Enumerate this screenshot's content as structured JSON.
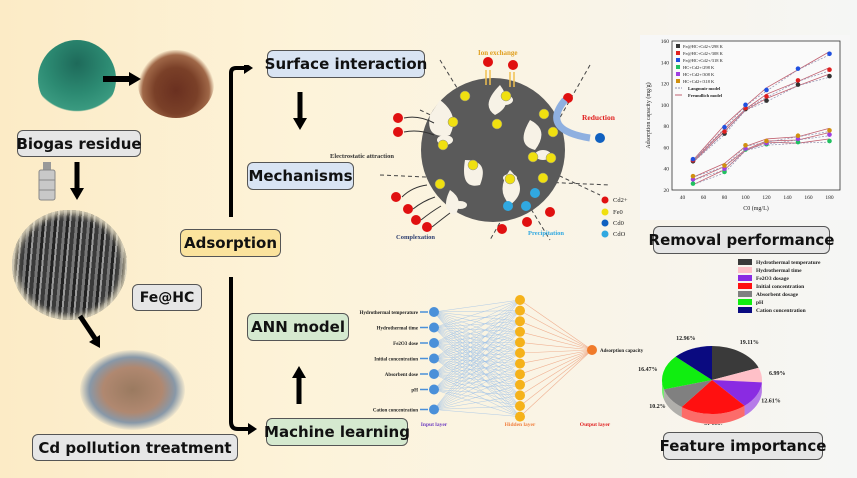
{
  "left_flow": {
    "biogas_label": "Biogas residue",
    "fe_hc_label": "Fe@HC",
    "cd_treatment_label": "Cd pollution treatment"
  },
  "center_flow": {
    "adsorption_label": "Adsorption",
    "surface_interaction_label": "Surface interaction",
    "mechanisms_label": "Mechanisms",
    "ann_model_label": "ANN model",
    "machine_learning_label": "Machine learning"
  },
  "mechanism_diagram": {
    "ion_exchange": "Ion exchange",
    "reduction": "Reduction",
    "electrostatic": "Electrostatic attraction",
    "complexation": "Complexation",
    "precipitation": "Precipitation",
    "legend": [
      {
        "label": "Cd2+",
        "color": "#e01010"
      },
      {
        "label": "Fe0",
        "color": "#f0e010"
      },
      {
        "label": "Cd0",
        "color": "#1060c0"
      },
      {
        "label": "CdO",
        "color": "#30a8e0"
      }
    ]
  },
  "ann": {
    "inputs": [
      "Hydrothermal temperature",
      "Hydrothermal time",
      "Fe2O3 dose",
      "Initial concentration",
      "Absorbent dose",
      "pH",
      "Cation concentration"
    ],
    "hidden_count": 12,
    "output": "Adsorption capacity",
    "input_layer_label": "Input layer",
    "hidden_layer_label": "Hidden layer",
    "output_layer_label": "Output layer",
    "colors": {
      "input": "#4a90d9",
      "hidden": "#f5b21a",
      "output": "#f07a2a"
    }
  },
  "removal_performance_label": "Removal performance",
  "feature_importance_label": "Feature importance",
  "chart_data": [
    {
      "type": "scatter",
      "title": "",
      "xlabel": "C0 (mg/L)",
      "ylabel": "Adsorption capacity (mg/g)",
      "xlim": [
        30,
        190
      ],
      "ylim": [
        20,
        160
      ],
      "xticks": [
        40,
        60,
        80,
        100,
        120,
        140,
        160,
        180
      ],
      "yticks": [
        20,
        40,
        60,
        80,
        100,
        120,
        140,
        160
      ],
      "x": [
        50,
        80,
        100,
        120,
        150,
        180
      ],
      "series": [
        {
          "name": "Fe@HC+Cd2+/298 K",
          "marker": "square",
          "color": "#333333",
          "values": [
            47,
            73,
            96,
            104,
            119,
            127
          ]
        },
        {
          "name": "Fe@HC+Cd2+/308 K",
          "marker": "circle",
          "color": "#e02020",
          "values": [
            48,
            75,
            97,
            108,
            123,
            133
          ]
        },
        {
          "name": "Fe@HC+Cd2+/318 K",
          "marker": "triangle-up",
          "color": "#2050e0",
          "values": [
            49,
            79,
            100,
            114,
            134,
            148
          ]
        },
        {
          "name": "HC+Cd2+/298 K",
          "marker": "triangle-down",
          "color": "#20c060",
          "values": [
            26,
            37,
            58,
            63,
            65,
            66
          ]
        },
        {
          "name": "HC+Cd2+/308 K",
          "marker": "diamond",
          "color": "#a040e0",
          "values": [
            30,
            40,
            59,
            64,
            68,
            72
          ]
        },
        {
          "name": "HC+Cd2+/318 K",
          "marker": "triangle-left",
          "color": "#d09010",
          "values": [
            33,
            43,
            62,
            66,
            71,
            76
          ]
        }
      ],
      "models": [
        {
          "name": "Langmuir model",
          "style": "dashed",
          "color": "#9090b0"
        },
        {
          "name": "Freundlich model",
          "style": "solid",
          "color": "#c06070"
        }
      ],
      "legend": "top-left"
    },
    {
      "type": "pie",
      "title": "",
      "categories": [
        "Hydrothermal temperature",
        "Hydrothermal time",
        "Fe2O3 dosage",
        "Initial concentration",
        "Absorbent dosage",
        "pH",
        "Cation concentration"
      ],
      "values": [
        19.11,
        6.99,
        12.61,
        21.66,
        10.2,
        16.47,
        12.96
      ],
      "labels": [
        "19.11%",
        "6.99%",
        "12.61%",
        "21.66%",
        "10.2%",
        "16.47%",
        "12.96%"
      ],
      "colors": [
        "#3a3a3a",
        "#ffc0c8",
        "#8a2be2",
        "#ff1010",
        "#808080",
        "#10ee10",
        "#0a0a80"
      ],
      "legend": "top-right"
    }
  ]
}
